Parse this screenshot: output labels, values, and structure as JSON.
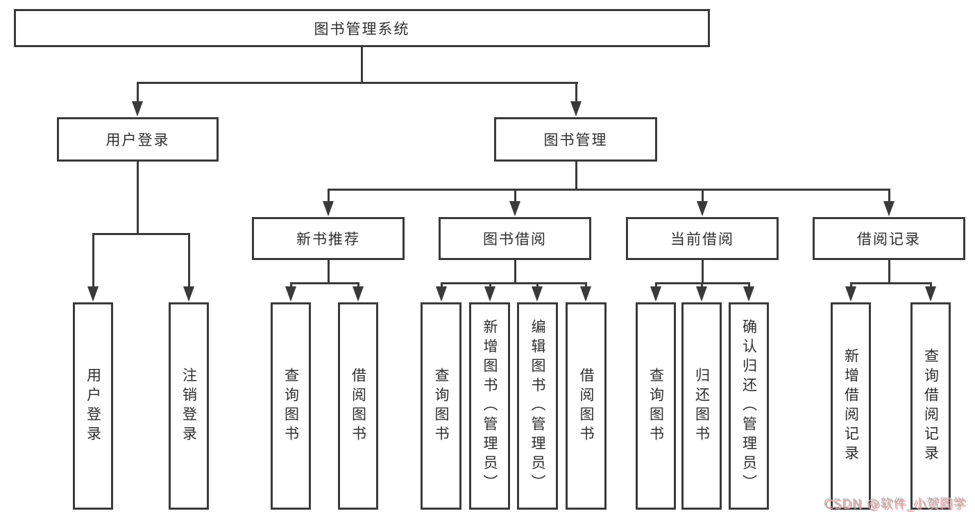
{
  "level1": {
    "label": "图书管理系统"
  },
  "level2": [
    {
      "label": "用户登录"
    },
    {
      "label": "图书管理"
    }
  ],
  "level3": [
    {
      "label": "新书推荐"
    },
    {
      "label": "图书借阅"
    },
    {
      "label": "当前借阅"
    },
    {
      "label": "借阅记录"
    }
  ],
  "level4": [
    {
      "label": "用户登录"
    },
    {
      "label": "注销登录"
    },
    {
      "label": "查询图书"
    },
    {
      "label": "借阅图书"
    },
    {
      "label": "查询图书"
    },
    {
      "label": "新增图书（管理员）"
    },
    {
      "label": "编辑图书（管理员）"
    },
    {
      "label": "借阅图书"
    },
    {
      "label": "查询图书"
    },
    {
      "label": "归还图书"
    },
    {
      "label": "确认归还（管理员）"
    },
    {
      "label": "新增借阅记录"
    },
    {
      "label": "查询借阅记录"
    }
  ],
  "watermark": {
    "text": "CSDN @软件_小贺同学"
  },
  "colors": {
    "line": "#3a3a3a",
    "text": "#2e2e2e",
    "background": "#ffffff",
    "watermark": "#b5b5b5",
    "watermark_shadow": "#ee9595"
  }
}
